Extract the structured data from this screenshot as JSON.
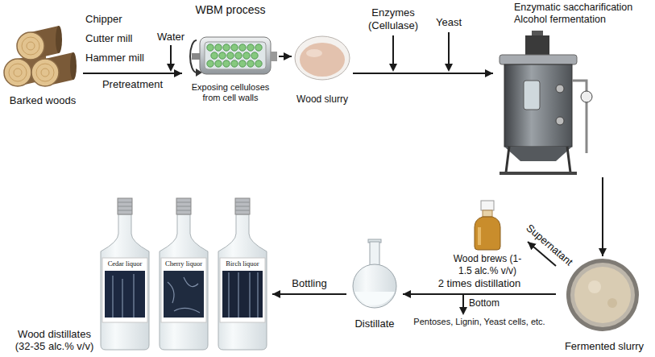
{
  "diagram": {
    "nodes": [
      {
        "text": [
          "Barked woods"
        ]
      },
      {
        "text": [
          "WBM process",
          "Exposing celluloses from cell walls"
        ]
      },
      {
        "text": [
          "Wood slurry"
        ]
      },
      {
        "text": [
          "Enzymatic saccharification",
          "Alcohol fermentation"
        ]
      },
      {
        "text": [
          "Fermented slurry"
        ]
      },
      {
        "text": [
          "Wood brews (1-1.5 alc.% v/v)"
        ]
      },
      {
        "text": [
          "Distillate"
        ]
      },
      {
        "text": [
          "Wood distillates (32-35 alc.% v/v)"
        ]
      }
    ],
    "edges": [
      {
        "from": 0,
        "to": 1,
        "arrow": "to",
        "label": "Pretreatment"
      },
      {
        "from": 1,
        "to": 2,
        "arrow": "to"
      },
      {
        "from": 2,
        "to": 3,
        "arrow": "to"
      },
      {
        "from": 3,
        "to": 4,
        "arrow": "to"
      },
      {
        "from": 4,
        "to": 5,
        "arrow": "to",
        "label": "Supernatant"
      },
      {
        "from": 4,
        "to": 6,
        "arrow": "to",
        "label": "2 times distillation"
      },
      {
        "from": 6,
        "to": 7,
        "arrow": "to",
        "label": "Bottling"
      }
    ],
    "labels": [
      "Chipper",
      "Cutter mill",
      "Hammer mill",
      "Water",
      "Enzymes (Cellulase)",
      "Yeast",
      "Bottom",
      "Pentoses, Lignin, Yeast cells, etc.",
      "Cedar liquor",
      "Cherry liquor",
      "Birch liquor"
    ]
  }
}
